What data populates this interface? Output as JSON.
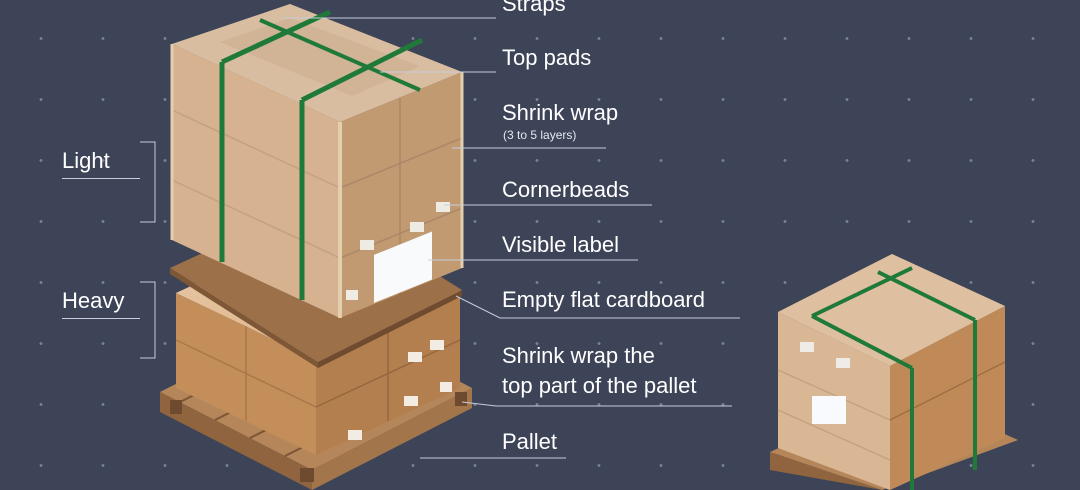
{
  "labels": {
    "straps": "Straps",
    "top_pads": "Top pads",
    "shrink_wrap": "Shrink wrap",
    "shrink_wrap_note": "(3 to 5 layers)",
    "cornerbeads": "Cornerbeads",
    "visible_label": "Visible label",
    "empty_flat_cardboard": "Empty flat cardboard",
    "shrink_wrap_top_line1": "Shrink wrap the",
    "shrink_wrap_top_line2": "top part of the pallet",
    "pallet": "Pallet"
  },
  "groups": {
    "light": "Light",
    "heavy": "Heavy"
  },
  "colors": {
    "background": "#3d4457",
    "box": "#c9935f",
    "box_dark": "#a8774a",
    "strap": "#1f7a3a",
    "cardboard": "#9c7049",
    "pallet": "#a77a52",
    "leader_line": "#c7cddb"
  }
}
